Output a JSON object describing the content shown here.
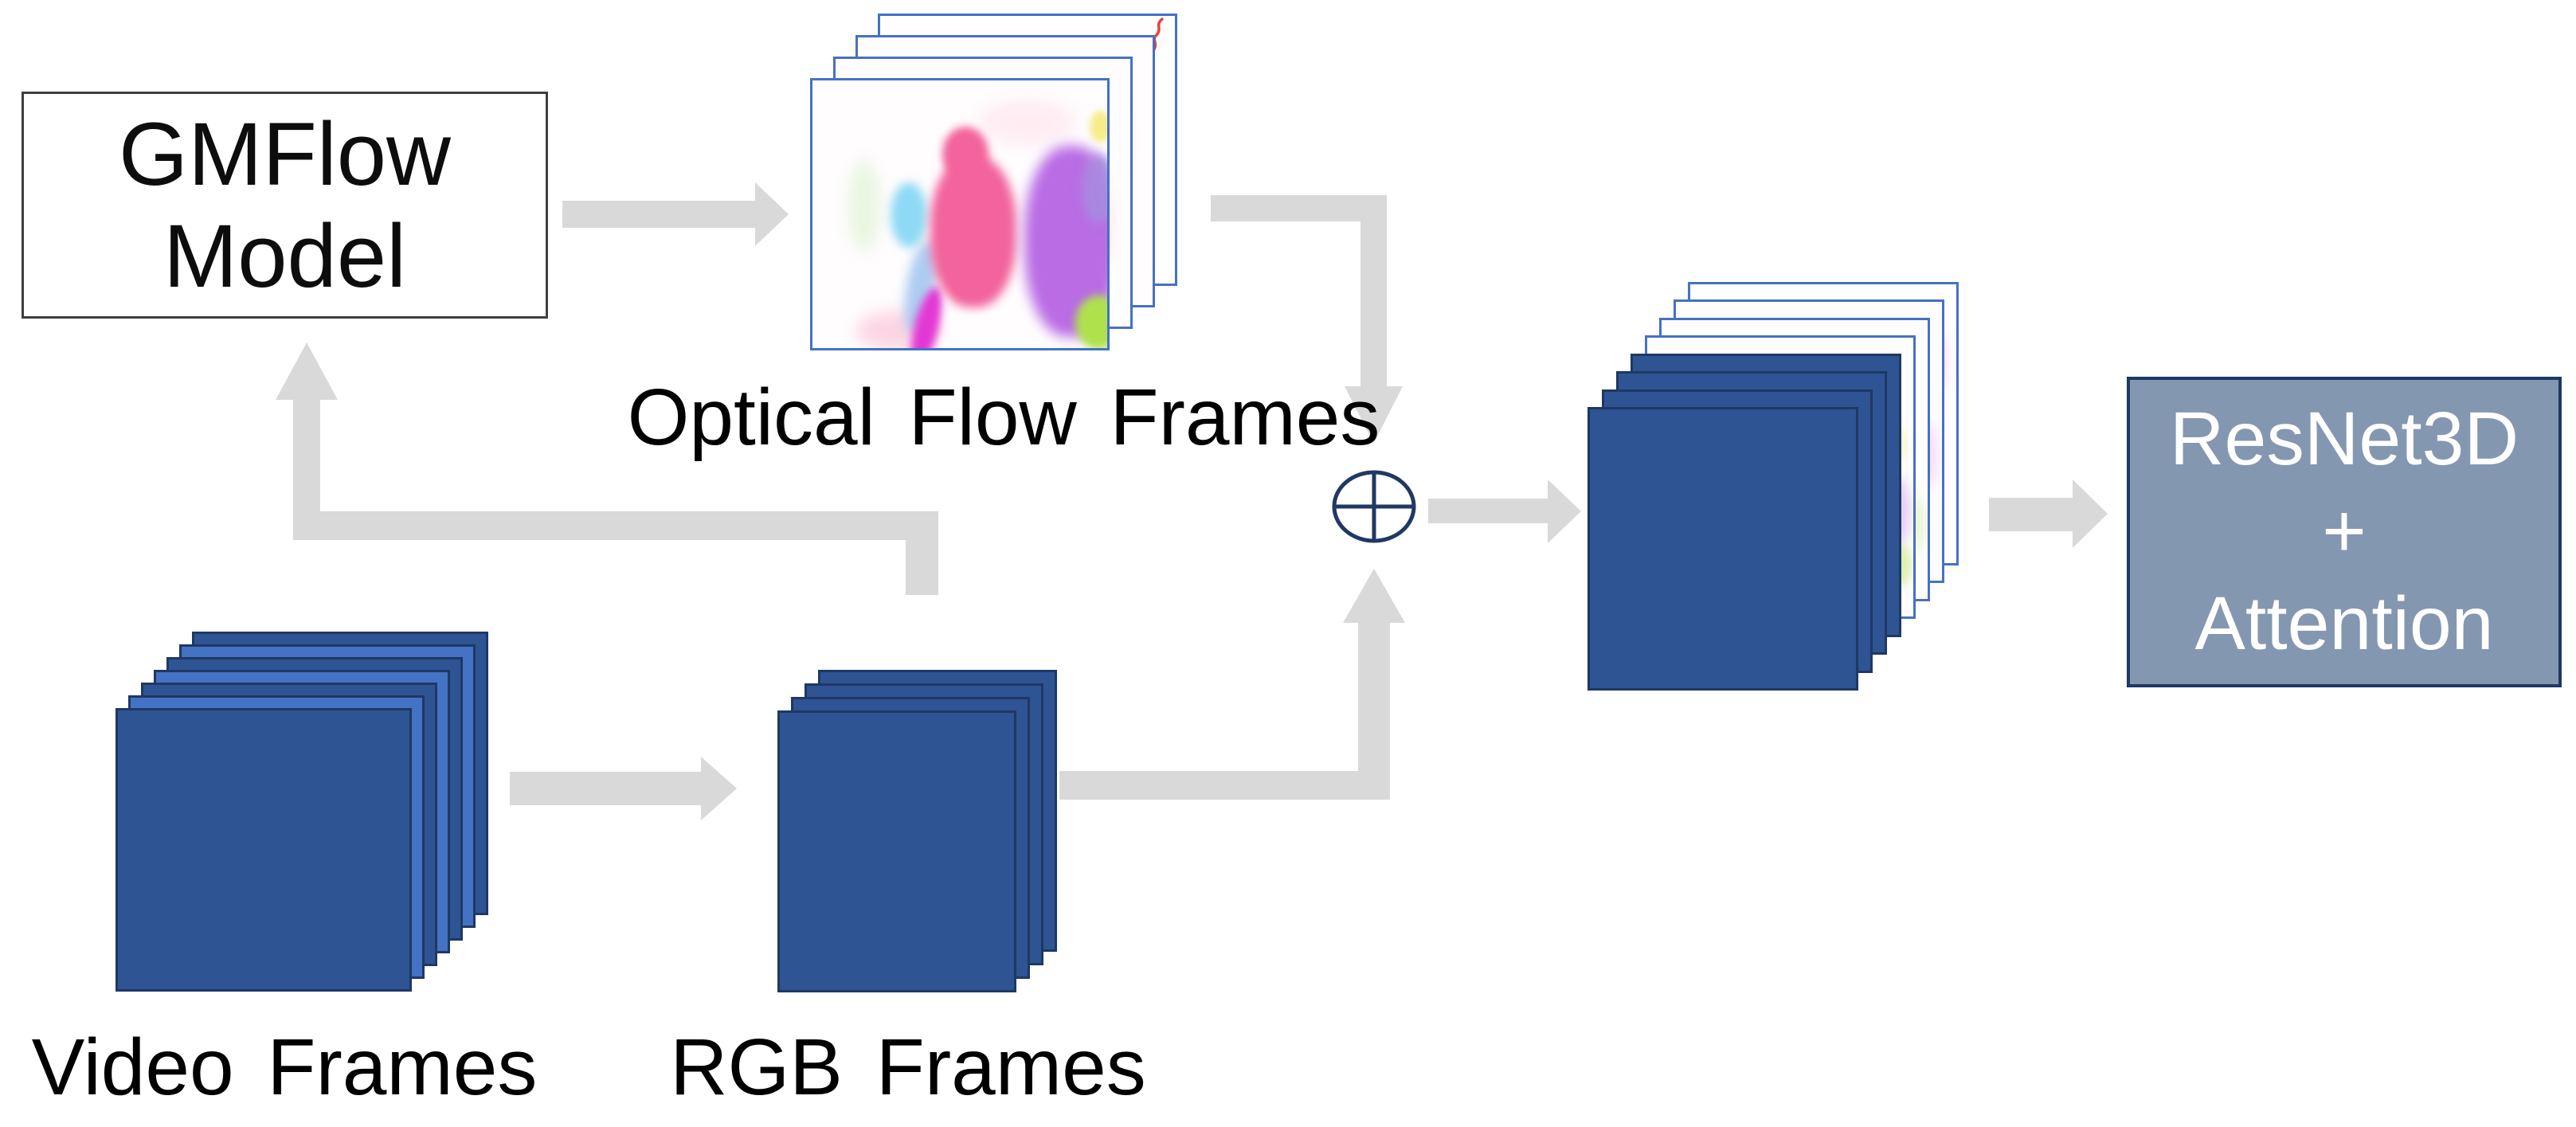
{
  "colors": {
    "arrow": "#D9D9D9",
    "frame_dark": "#2E5494",
    "frame_light": "#4472C4",
    "frame_border": "#1F3864",
    "flow_frame_fill": "#FFFDFE",
    "flow_frame_border": "#4472C4",
    "gmflow_fill": "#FFFFFF",
    "gmflow_border": "#3F3F3F",
    "resnet_fill": "#8497B0",
    "resnet_border": "#1F3864",
    "oplus": "#203864",
    "label_text": "#000000",
    "resnet_text": "#FFFFFF",
    "scribble": "#E8413C",
    "flow_pink": "#F2649B",
    "flow_purple": "#B96CE4",
    "flow_cyan": "#8ED9F5",
    "flow_magenta": "#E338D3",
    "flow_green": "#AEE24C",
    "flow_yellow": "#F7EC8A"
  },
  "gmflow_box": {
    "line1": "GMFlow",
    "line2": "Model"
  },
  "resnet_box": {
    "line1": "ResNet3D",
    "line2": "+",
    "line3": "Attention"
  },
  "labels": {
    "optical_flow": "Optical Flow Frames",
    "video": "Video Frames",
    "rgb": "RGB Frames"
  },
  "icons": {
    "concat": "oplus-concatenation-icon"
  },
  "stacks": {
    "optical_flow_count": 4,
    "video_count": 7,
    "rgb_count": 4,
    "fused_count": 8
  }
}
